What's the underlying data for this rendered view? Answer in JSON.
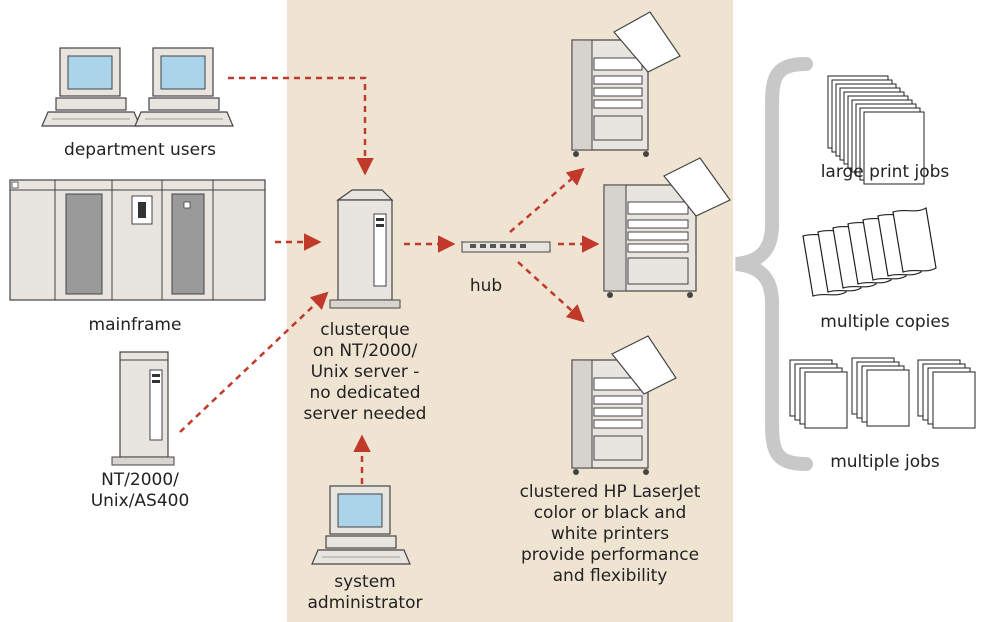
{
  "labels": {
    "department_users": "department users",
    "mainframe": "mainframe",
    "nt_unix_as400": [
      "NT/2000/",
      "Unix/AS400"
    ],
    "clusterque": [
      "clusterque",
      "on NT/2000/",
      "Unix server -",
      "no dedicated",
      "server needed"
    ],
    "hub": "hub",
    "system_administrator": [
      "system",
      "administrator"
    ],
    "printers": [
      "clustered HP LaserJet",
      "color or black and",
      "white printers",
      "provide performance",
      "and flexibility"
    ],
    "large_print_jobs": "large print jobs",
    "multiple_copies": "multiple copies",
    "multiple_jobs": "multiple jobs"
  },
  "colors": {
    "panel": "#efe4d2",
    "arrow": "#c0392b",
    "bracket": "#c8c8c8",
    "screen": "#a9d4ea",
    "device": "#e8e4e0"
  }
}
